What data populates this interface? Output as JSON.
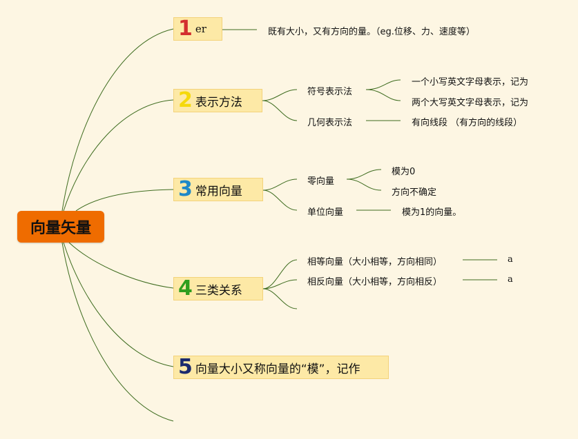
{
  "root": {
    "label": "向量矢量"
  },
  "branches": [
    {
      "number": "1",
      "number_color": "#d32f2f",
      "label": "er"
    },
    {
      "number": "2",
      "number_color": "#f5d90a",
      "label": "表示方法"
    },
    {
      "number": "3",
      "number_color": "#1e88c8",
      "label": "常用向量"
    },
    {
      "number": "4",
      "number_color": "#2e9e1e",
      "label": "三类关系"
    },
    {
      "number": "5",
      "number_color": "#1a2a6e",
      "label": "向量大小又称向量的“模”，记作"
    }
  ],
  "nodes": {
    "b1_desc": "既有大小，又有方向的量。（eg.位移、力、速度等）",
    "symbol_method": "符号表示法",
    "symbol_lower": "一个小写英文字母表示，记为",
    "symbol_upper": "两个大写英文字母表示，记为",
    "geometry_method": "几何表示法",
    "geometry_desc": "有向线段 （有方向的线段）",
    "zero_vector": "零向量",
    "zero_modulus": "模为0",
    "zero_direction": "方向不确定",
    "unit_vector": "单位向量",
    "unit_desc": "模为1的向量。",
    "equal_vectors": "相等向量（大小相等，方向相同）",
    "equal_symbol": "a",
    "opposite_vectors": "相反向量（大小相等，方向相反）",
    "opposite_symbol": "a"
  },
  "colors": {
    "line": "#3d6b1e",
    "root_bg": "#ef6c00",
    "branch_bg": "#fde9a6",
    "background": "#fdf6e3"
  }
}
